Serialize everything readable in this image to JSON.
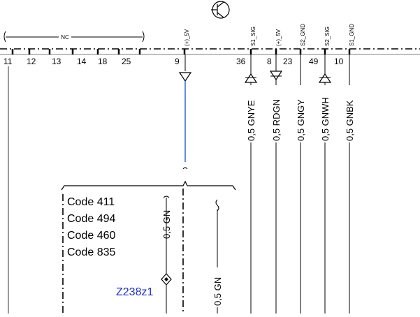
{
  "connector": {
    "nc_label": "NC",
    "pins_left": [
      "11",
      "12",
      "13",
      "14",
      "18",
      "25"
    ],
    "pin_9": "9",
    "pins_right": [
      "36",
      "8",
      "23",
      "49",
      "10"
    ]
  },
  "signals": {
    "s9": "(+)_5V",
    "s36": "S1_SIG",
    "s8": "(+)_5V",
    "s23": "S2_GND",
    "s49": "S2_SIG",
    "s10": "S1_GND"
  },
  "wires": {
    "w36": "0,5 GNYE",
    "w8": "0,5 RDGN",
    "w23": "0,5 GNGY",
    "w49": "0,5 GNWH",
    "w10": "0,5 GNBK",
    "w_inner": "0,5 GN",
    "w_bottom": "0,5 GN"
  },
  "codes": [
    "Code 411",
    "Code 494",
    "Code 460",
    "Code 835"
  ],
  "component_ref": "Z238z1",
  "colors": {
    "line": "#000000",
    "blue_wire": "#1f5fd6",
    "ref_text": "#1a2fd0"
  }
}
